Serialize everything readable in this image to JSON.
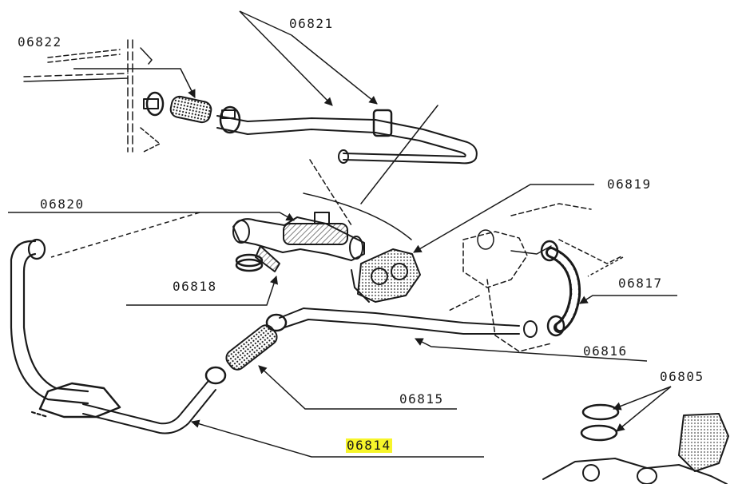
{
  "labels": {
    "p06822": "06822",
    "p06821": "06821",
    "p06820": "06820",
    "p06819": "06819",
    "p06818": "06818",
    "p06817": "06817",
    "p06816": "06816",
    "p06815": "06815",
    "p06814": "06814",
    "p06805": "06805"
  },
  "highlight": {
    "part": "06814",
    "color": "#f7f52a"
  }
}
